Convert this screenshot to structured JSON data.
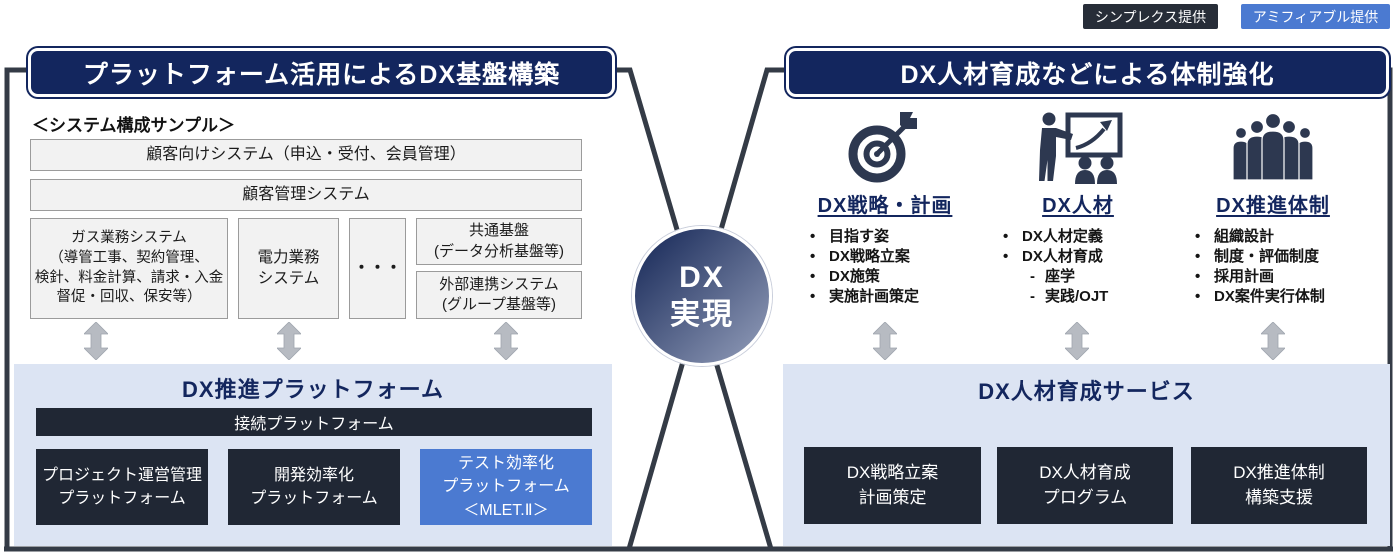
{
  "legend": {
    "simplex_label": "シンプレクス提供",
    "amifiable_label": "アミフィアブル提供"
  },
  "center": {
    "circle_label": "DX\n実現"
  },
  "left": {
    "header": "プラットフォーム活用によるDX基盤構築",
    "sample_caption": "＜システム構成サンプル＞",
    "systems": {
      "customer_facing": "顧客向けシステム（申込・受付、会員管理）",
      "customer_mgmt": "顧客管理システム",
      "gas": "ガス業務システム\n（導管工事、契約管理、\n検針、料金計算、請求・入金\n督促・回収、保安等）",
      "power": "電力業務\nシステム",
      "ellipsis": "・・・",
      "common_base": "共通基盤\n(データ分析基盤等)",
      "external_link": "外部連携システム\n(グループ基盤等)"
    },
    "platform": {
      "title": "DX推進プラットフォーム",
      "connect_bar": "接続プラットフォーム",
      "boxes": [
        {
          "label": "プロジェクト運営管理\nプラットフォーム",
          "variant": "dark"
        },
        {
          "label": "開発効率化\nプラットフォーム",
          "variant": "dark"
        },
        {
          "label": "テスト効率化\nプラットフォーム\n＜MLET.Ⅱ＞",
          "variant": "blue"
        }
      ]
    }
  },
  "right": {
    "header": "DX人材育成などによる体制強化",
    "columns": [
      {
        "icon": "target-dart-icon",
        "label": "DX戦略・計画",
        "bullets": [
          "目指す姿",
          "DX戦略立案",
          "DX施策",
          "実施計画策定"
        ],
        "sub_bullets": []
      },
      {
        "icon": "trainer-board-icon",
        "label": "DX人材",
        "bullets": [
          "DX人材定義",
          "DX人材育成"
        ],
        "sub_bullets": [
          "座学",
          "実践/OJT"
        ]
      },
      {
        "icon": "team-icon",
        "label": "DX推進体制",
        "bullets": [
          "組織設計",
          "制度・評価制度",
          "採用計画",
          "DX案件実行体制"
        ],
        "sub_bullets": []
      }
    ],
    "service": {
      "title": "DX人材育成サービス",
      "boxes": [
        "DX戦略立案\n計画策定",
        "DX人材育成\nプログラム",
        "DX推進体制\n構築支援"
      ]
    }
  },
  "colors": {
    "navy": "#13265e",
    "frame": "#343b46",
    "lavender": "#dce4f3",
    "dark-box": "#202734",
    "blue": "#4b7ad1",
    "legend-dark": "#272d38",
    "gray-box": "#f2f2f2",
    "gray-border": "#9b9b9b",
    "arrow-gray": "#b7bbc2",
    "icon-navy": "#2d3850",
    "circle-from": "#20315f",
    "circle-to": "#8e99b6"
  }
}
